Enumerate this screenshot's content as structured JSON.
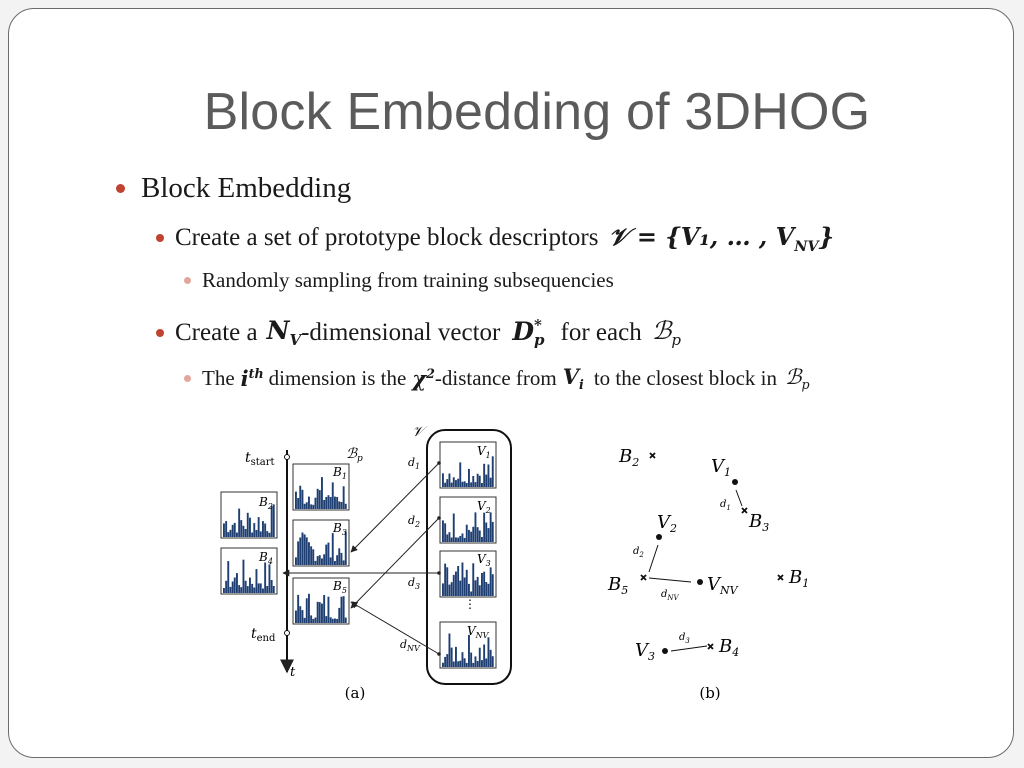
{
  "slide": {
    "title": "Block Embedding of 3DHOG",
    "bullets": {
      "l1": "Block Embedding",
      "l2a_text": "Create a set of prototype block descriptors",
      "l2a_math": "𝒱 = {V₁, … , V",
      "l2a_math_sub": "NV",
      "l2a_math_end": "}",
      "l3a": "Randomly sampling from training subsequencies",
      "l2b_pre": "Create a",
      "l2b_nv": "N",
      "l2b_nv_sub": "V",
      "l2b_mid": "-dimensional vector",
      "l2b_d": "D",
      "l2b_d_sup": "*",
      "l2b_d_sub": "p",
      "l2b_for": "for each",
      "l2b_b": "ℬ",
      "l2b_b_sub": "p",
      "l3b_the": "The",
      "l3b_i": "i",
      "l3b_i_sup": "th",
      "l3b_dim": "dimension is the",
      "l3b_chi": "χ",
      "l3b_chi_sup": "2",
      "l3b_dist": "-distance from",
      "l3b_v": "V",
      "l3b_v_sub": "i",
      "l3b_closest": "to the closest block in",
      "l3b_bp": "ℬ",
      "l3b_bp_sub": "p"
    }
  },
  "figure": {
    "caption_a": "(a)",
    "caption_b": "(b)",
    "a": {
      "t_start": "t",
      "t_start_sub": "start",
      "t_end": "t",
      "t_end_sub": "end",
      "t_axis": "t",
      "bp_label": "ℬ",
      "bp_sub": "p",
      "v_label": "𝒱",
      "blocks_left": [
        "B",
        "B"
      ],
      "blocks_left_sub": [
        "2",
        "4"
      ],
      "blocks_mid": [
        "B",
        "B",
        "B"
      ],
      "blocks_mid_sub": [
        "1",
        "3",
        "5"
      ],
      "protos": [
        "V",
        "V",
        "V",
        "V"
      ],
      "protos_sub": [
        "1",
        "2",
        "3",
        "NV"
      ],
      "dists": [
        "d",
        "d",
        "d",
        "d"
      ],
      "dists_sub": [
        "1",
        "2",
        "3",
        "NV"
      ],
      "dots": "⋮"
    },
    "b": {
      "points": [
        "B",
        "V",
        "B",
        "V",
        "B",
        "V",
        "B",
        "V",
        "B"
      ],
      "points_sub": [
        "2",
        "1",
        "3",
        "2",
        "5",
        "NV",
        "1",
        "3",
        "4"
      ],
      "dists": [
        "d",
        "d",
        "d",
        "d"
      ],
      "dists_sub": [
        "1",
        "2",
        "NV",
        "3"
      ]
    }
  }
}
